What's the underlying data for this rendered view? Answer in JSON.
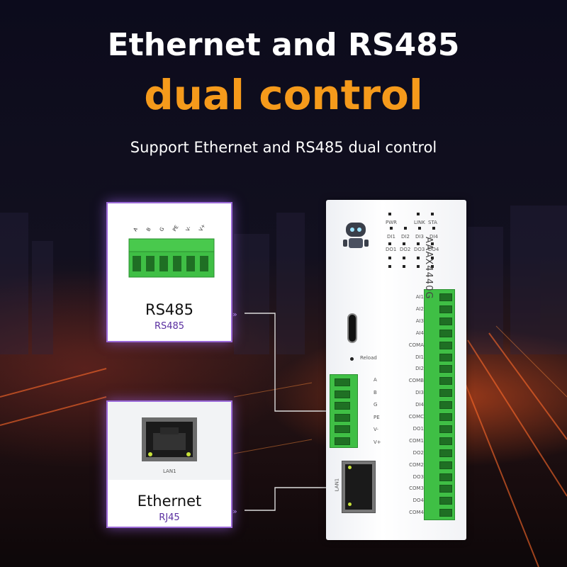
{
  "headline": {
    "title_line1": "Ethernet and RS485",
    "title_line2": "dual control",
    "subtitle": "Support Ethernet and RS485 dual control"
  },
  "colors": {
    "accent_orange": "#f59a1b",
    "card_border": "#9b6ad8",
    "terminal_green": "#3fbf45",
    "subtitle_purple": "#5a2fa0"
  },
  "rs485_card": {
    "title": "RS485",
    "subtitle": "RS485",
    "pin_labels": [
      "A",
      "B",
      "G",
      "PE",
      "V-",
      "V+"
    ]
  },
  "ethernet_card": {
    "title": "Ethernet",
    "subtitle": "RJ45",
    "port_label": "LAN1"
  },
  "device": {
    "model": "AAAX4440G",
    "led_row1": [
      "PWR",
      "LINK",
      "STA"
    ],
    "led_row2": [
      "DI1",
      "DI2",
      "DI3",
      "DI4"
    ],
    "led_row3": [
      "DO1",
      "DO2",
      "DO3",
      "DO4"
    ],
    "reload_label": "Reload",
    "left_terminal_labels": [
      "A",
      "B",
      "G",
      "PE",
      "V-",
      "V+"
    ],
    "lan_label": "LAN1",
    "right_terminal_labels": [
      "AI1",
      "AI2",
      "AI3",
      "AI4",
      "COMA",
      "DI1",
      "DI2",
      "COMB",
      "DI3",
      "DI4",
      "COMC",
      "DO1",
      "COM1",
      "DO2",
      "COM2",
      "DO3",
      "COM3",
      "DO4",
      "COM4"
    ]
  }
}
